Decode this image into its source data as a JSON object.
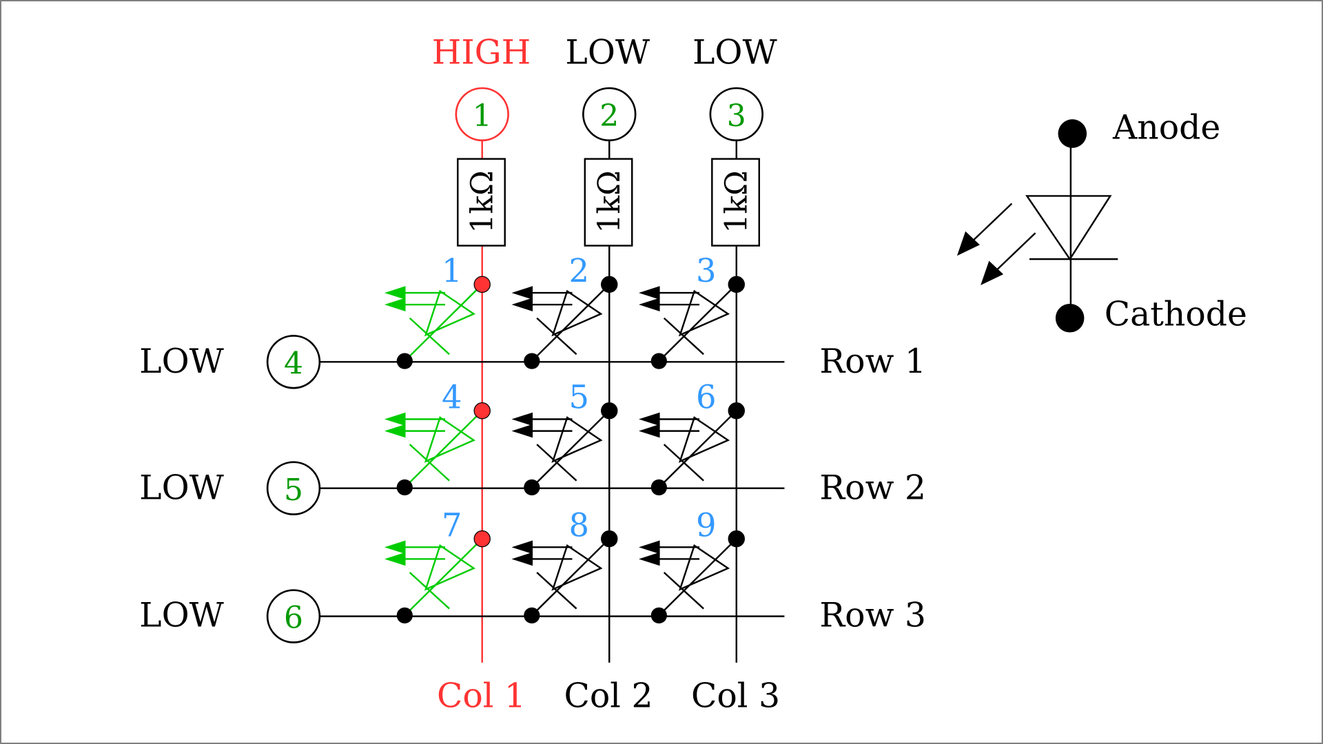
{
  "colors": {
    "active": "#ff3333",
    "inactive": "#000000",
    "pin_number": "#009900",
    "led_on": "#00cc00",
    "led_off": "#000000",
    "led_index": "#3399ff"
  },
  "columns": [
    {
      "state": "HIGH",
      "pin": "1",
      "resistor": "1kΩ",
      "label": "Col 1",
      "active": true
    },
    {
      "state": "LOW",
      "pin": "2",
      "resistor": "1kΩ",
      "label": "Col 2",
      "active": false
    },
    {
      "state": "LOW",
      "pin": "3",
      "resistor": "1kΩ",
      "label": "Col 3",
      "active": false
    }
  ],
  "rows": [
    {
      "state": "LOW",
      "pin": "4",
      "label": "Row 1"
    },
    {
      "state": "LOW",
      "pin": "5",
      "label": "Row 2"
    },
    {
      "state": "LOW",
      "pin": "6",
      "label": "Row 3"
    }
  ],
  "leds": [
    {
      "index": "1",
      "row": 0,
      "col": 0,
      "lit": true
    },
    {
      "index": "2",
      "row": 0,
      "col": 1,
      "lit": false
    },
    {
      "index": "3",
      "row": 0,
      "col": 2,
      "lit": false
    },
    {
      "index": "4",
      "row": 1,
      "col": 0,
      "lit": true
    },
    {
      "index": "5",
      "row": 1,
      "col": 1,
      "lit": false
    },
    {
      "index": "6",
      "row": 1,
      "col": 2,
      "lit": false
    },
    {
      "index": "7",
      "row": 2,
      "col": 0,
      "lit": true
    },
    {
      "index": "8",
      "row": 2,
      "col": 1,
      "lit": false
    },
    {
      "index": "9",
      "row": 2,
      "col": 2,
      "lit": false
    }
  ],
  "legend": {
    "anode_label": "Anode",
    "cathode_label": "Cathode"
  }
}
